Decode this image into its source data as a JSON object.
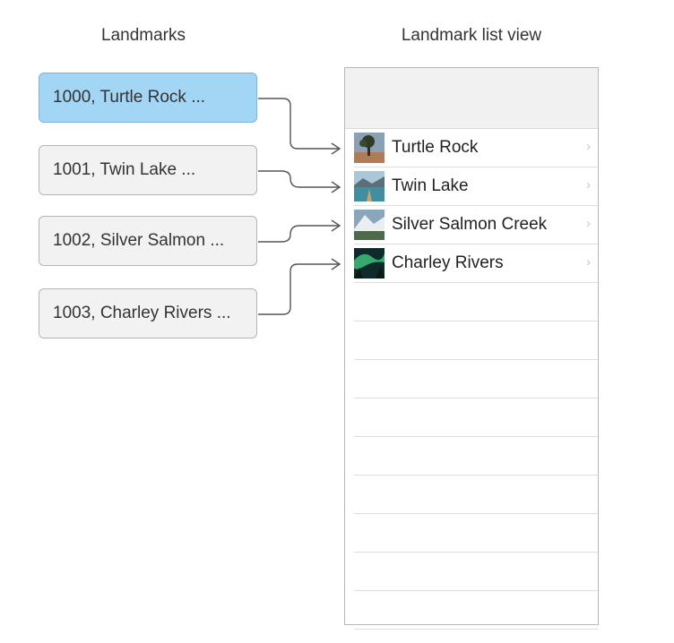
{
  "left_title": "Landmarks",
  "right_title": "Landmark list view",
  "records": [
    {
      "label": "1000, Turtle Rock ...",
      "selected": true
    },
    {
      "label": "1001, Twin Lake ...",
      "selected": false
    },
    {
      "label": "1002, Silver Salmon ...",
      "selected": false
    },
    {
      "label": "1003, Charley Rivers ...",
      "selected": false
    }
  ],
  "list_rows": [
    {
      "name": "Turtle Rock",
      "thumb": "turtle-rock-photo"
    },
    {
      "name": "Twin Lake",
      "thumb": "twin-lake-photo"
    },
    {
      "name": "Silver Salmon Creek",
      "thumb": "silver-salmon-creek-photo"
    },
    {
      "name": "Charley Rivers",
      "thumb": "charley-rivers-photo"
    }
  ],
  "colors": {
    "selected_fill": "#a3d5f5",
    "record_fill": "#f2f2f2",
    "connector": "#555555"
  }
}
